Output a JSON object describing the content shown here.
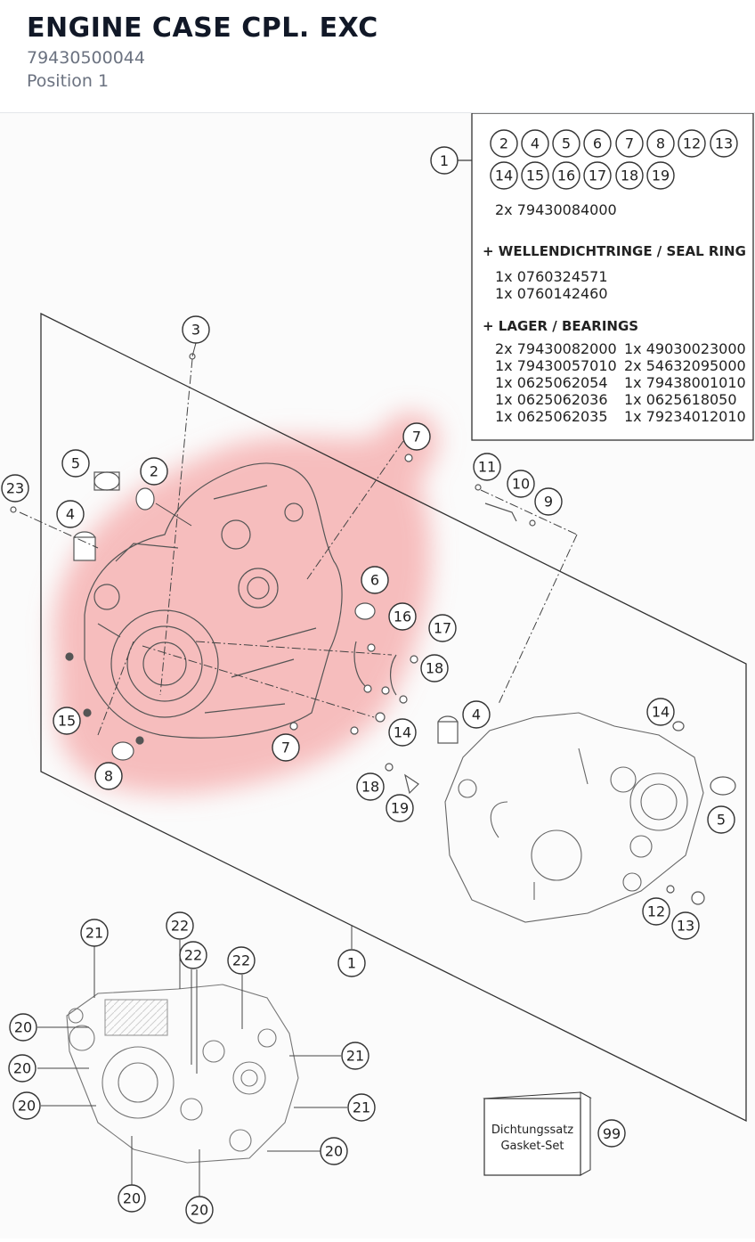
{
  "header": {
    "title": "ENGINE CASE CPL. EXC",
    "part_number": "79430500044",
    "position": "Position 1"
  },
  "legend": {
    "main_callout": "1",
    "badges_row1": [
      "2",
      "4",
      "5",
      "6",
      "7",
      "8",
      "12",
      "13"
    ],
    "badges_row2": [
      "14",
      "15",
      "16",
      "17",
      "18",
      "19"
    ],
    "qty_line": "2x 79430084000",
    "seal_heading": "+ WELLENDICHTRINGE /  SEAL RING",
    "seal_items": [
      "1x 0760324571",
      "1x 0760142460"
    ],
    "bearing_heading": "+ LAGER / BEARINGS",
    "bearings_left": [
      "2x 79430082000",
      "1x 79430057010",
      "1x 0625062054",
      "1x 0625062036",
      "1x 0625062035"
    ],
    "bearings_right": [
      "1x 49030023000",
      "2x 54632095000",
      "1x 79438001010",
      "1x 0625618050",
      "1x 79234012010"
    ]
  },
  "gasket": {
    "line1": "Dichtungssatz",
    "line2": "Gasket-Set",
    "callout": "99"
  },
  "callouts": [
    {
      "label": "3"
    },
    {
      "label": "7"
    },
    {
      "label": "5"
    },
    {
      "label": "2"
    },
    {
      "label": "23"
    },
    {
      "label": "4"
    },
    {
      "label": "11"
    },
    {
      "label": "10"
    },
    {
      "label": "9"
    },
    {
      "label": "6"
    },
    {
      "label": "16"
    },
    {
      "label": "17"
    },
    {
      "label": "18"
    },
    {
      "label": "14"
    },
    {
      "label": "15"
    },
    {
      "label": "7"
    },
    {
      "label": "8"
    },
    {
      "label": "4"
    },
    {
      "label": "14"
    },
    {
      "label": "18"
    },
    {
      "label": "19"
    },
    {
      "label": "5"
    },
    {
      "label": "12"
    },
    {
      "label": "13"
    },
    {
      "label": "1"
    },
    {
      "label": "21"
    },
    {
      "label": "22"
    },
    {
      "label": "22"
    },
    {
      "label": "22"
    },
    {
      "label": "20"
    },
    {
      "label": "20"
    },
    {
      "label": "20"
    },
    {
      "label": "21"
    },
    {
      "label": "21"
    },
    {
      "label": "20"
    },
    {
      "label": "20"
    },
    {
      "label": "20"
    }
  ],
  "colors": {
    "highlight": "#f28b8b",
    "line": "#333333",
    "part_stroke": "#555555"
  }
}
